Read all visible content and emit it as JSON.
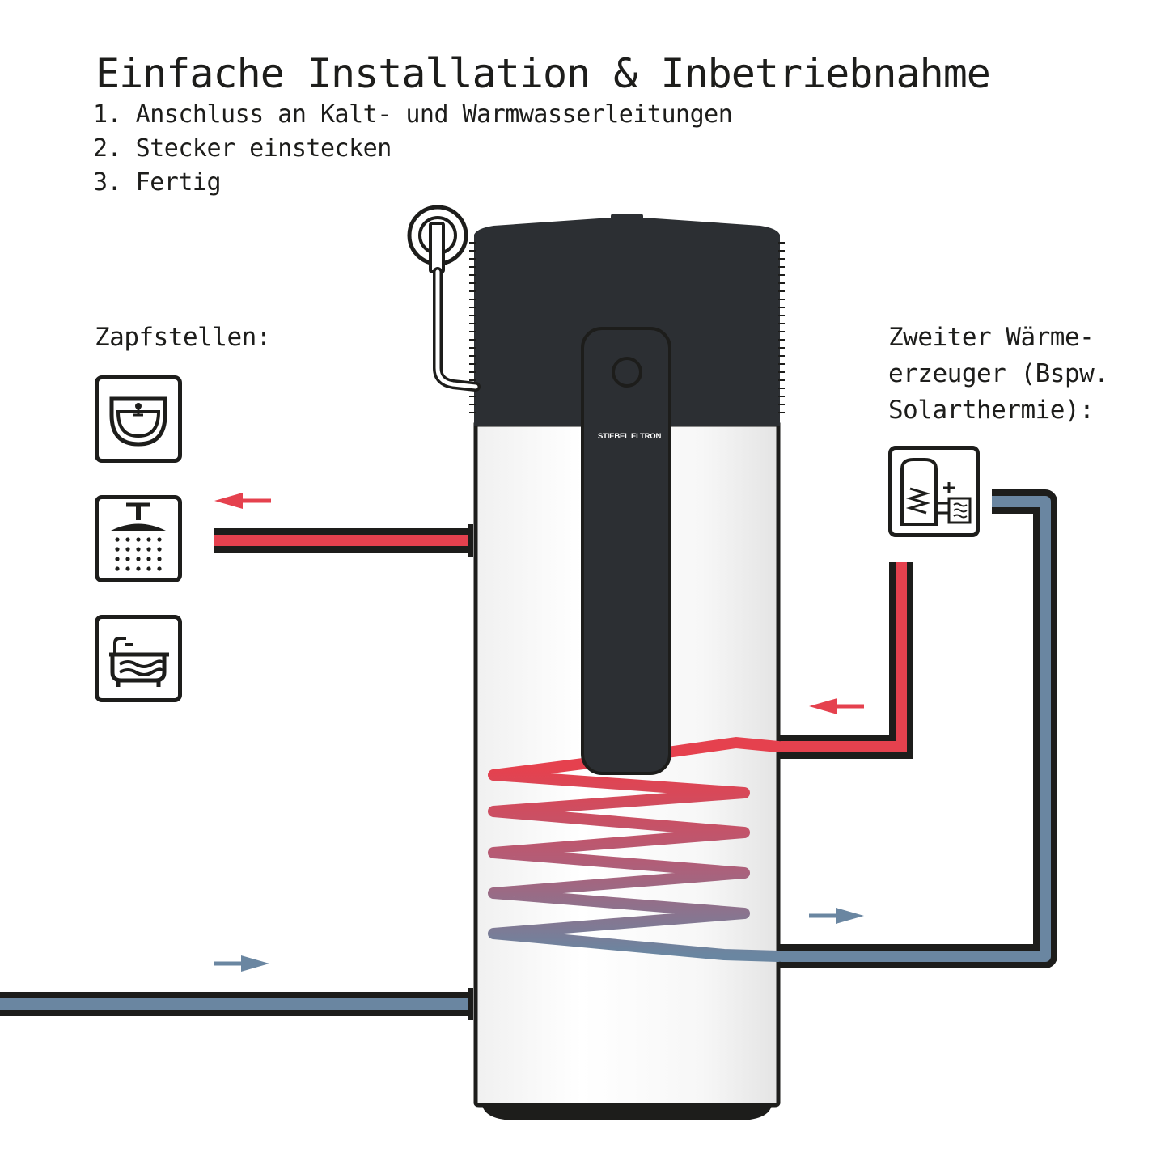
{
  "heading": {
    "title": "Einfache Installation & Inbetriebnahme",
    "steps": [
      "1. Anschluss an Kalt- und Warmwasserleitungen",
      "2. Stecker einstecken",
      "3. Fertig"
    ]
  },
  "left_panel": {
    "label": "Zapfstellen:",
    "icons": [
      "sink-icon",
      "shower-icon",
      "bathtub-icon"
    ]
  },
  "right_panel": {
    "label_lines": [
      "Zweiter Wärme-",
      "erzeuger (Bspw.",
      "Solarthermie):"
    ],
    "icon": "solar-storage-icon"
  },
  "device": {
    "brand": "STIEBEL ELTRON"
  },
  "colors": {
    "hot_water": "#e5414e",
    "cold_water": "#6a86a1",
    "outline": "#1d1d1b",
    "device_dark": "#2c2f33",
    "tank": "#ffffff"
  }
}
